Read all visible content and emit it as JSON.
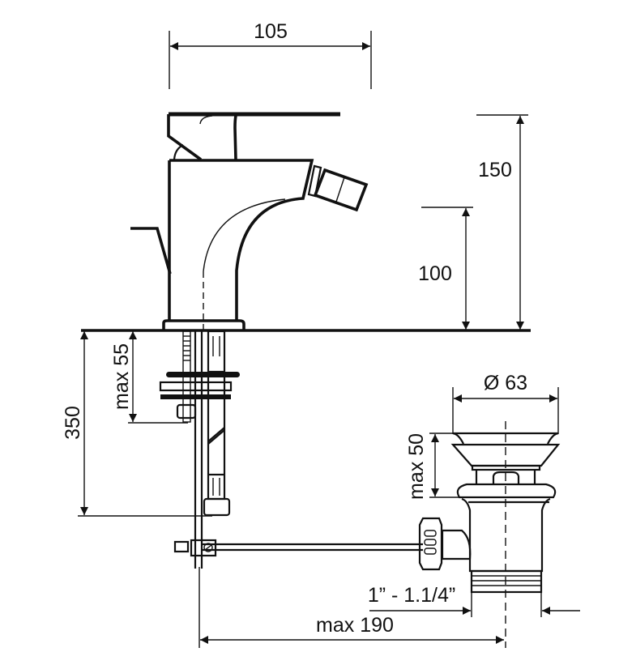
{
  "drawing": {
    "title": "Bidet mixer technical drawing",
    "dimensions": {
      "width_top": "105",
      "height_total": "150",
      "spout_height": "100",
      "below_counter": "350",
      "max_counter_thickness": "max 55",
      "waste_diameter": "Ø 63",
      "waste_max_height": "max 50",
      "waste_thread": "1” - 1.1/4”",
      "max_rod_length": "max 190"
    },
    "colors": {
      "line": "#111111",
      "background": "#ffffff"
    }
  }
}
